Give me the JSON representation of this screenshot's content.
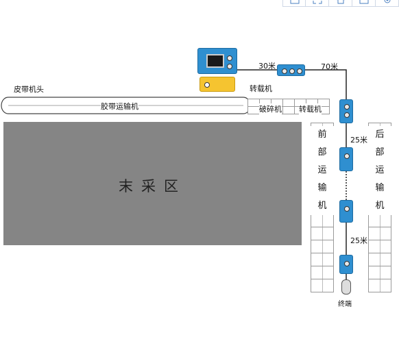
{
  "labels": {
    "belt_head": "皮带机头",
    "belt_conveyor": "胶带运输机",
    "transfer": "转载机",
    "crusher": "破碎机",
    "loader": "转载机",
    "dist_30": "30米",
    "dist_70": "70米",
    "dist_25a": "25米",
    "dist_25b": "25米",
    "terminal": "终端",
    "unmined": "末采区"
  },
  "front_transport": [
    "前",
    "部",
    "运",
    "输",
    "机"
  ],
  "rear_transport": [
    "后",
    "部",
    "运",
    "输",
    "机"
  ],
  "colors": {
    "device_blue": "#2f8fd0",
    "device_yellow": "#f5c430",
    "unmined_area": "#858585",
    "line": "#222222"
  },
  "icons": [
    "save-icon",
    "fullscreen-icon",
    "home-icon",
    "window-icon",
    "settings-icon"
  ]
}
